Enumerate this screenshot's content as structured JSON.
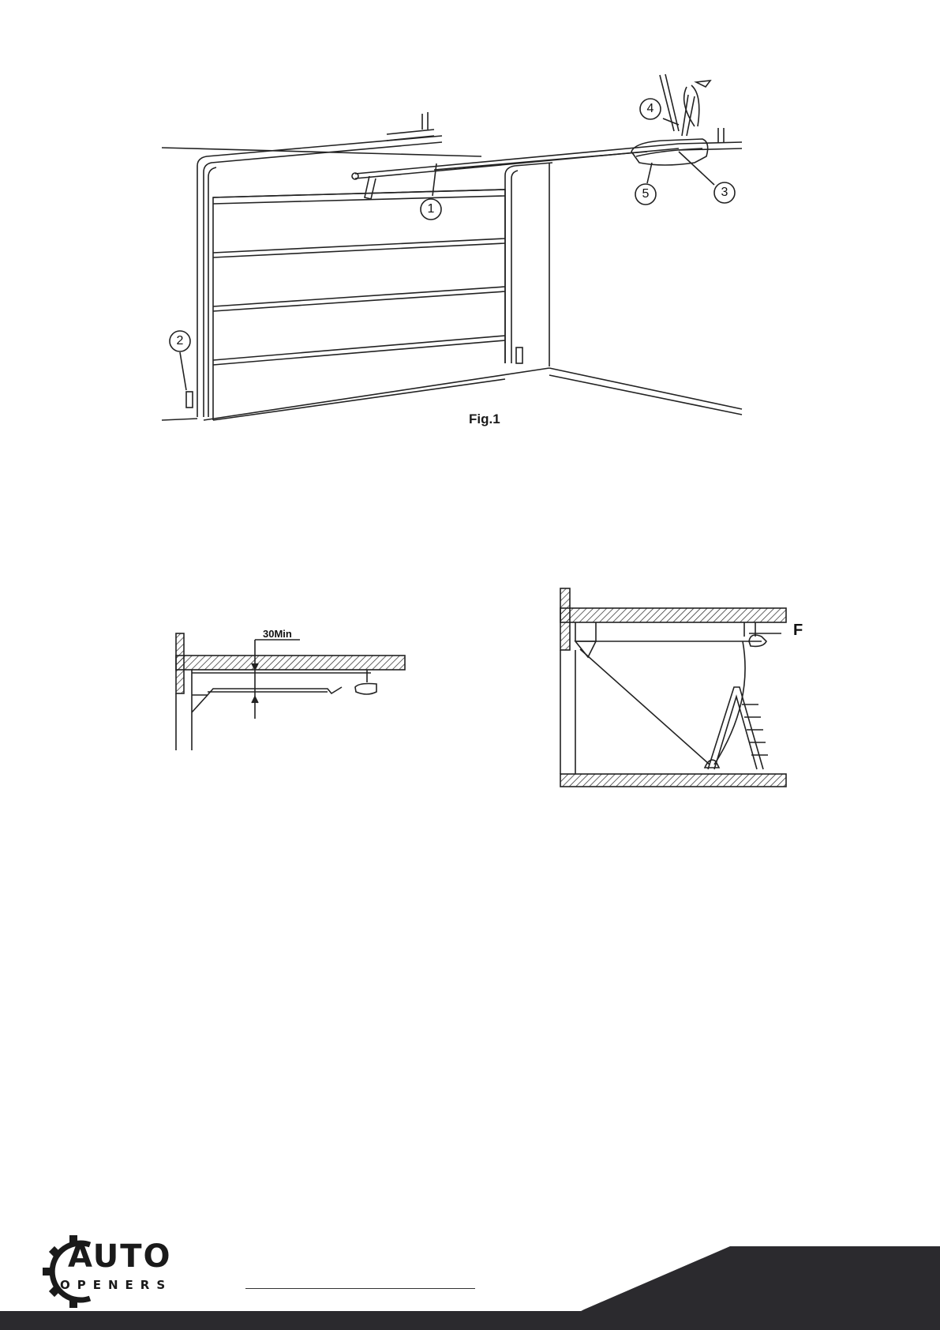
{
  "figure1": {
    "caption": "Fig.1",
    "callouts": [
      "1",
      "2",
      "3",
      "4",
      "5"
    ]
  },
  "figure2": {
    "dimension_label": "30Min"
  },
  "figure3": {
    "label": "F"
  },
  "footer": {
    "logo_top": "AUTO",
    "logo_bottom": "OPENERS"
  }
}
